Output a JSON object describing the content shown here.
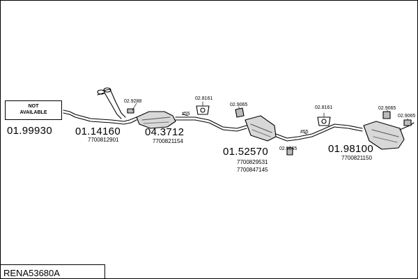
{
  "not_available": {
    "line1": "NOT",
    "line2": "AVAILABLE"
  },
  "reference": "RENA53680A",
  "codes": {
    "c1": "01.99930",
    "c2": "01.14160",
    "c3": "04.3712",
    "c4": "01.52570",
    "c5": "01.98100"
  },
  "parts": {
    "p1": "7700812901",
    "p2": "7700821154",
    "p3": "7700829531",
    "p4": "7700847145",
    "p5": "7700821150"
  },
  "small_labels": {
    "s1": "02.9288",
    "s2": "02.8161",
    "s3": "02.9065",
    "s4": "02.9065",
    "s5": "02.8161",
    "s6": "02.9065",
    "s7": "02.9065",
    "s8": "#55",
    "s9": "#55"
  }
}
